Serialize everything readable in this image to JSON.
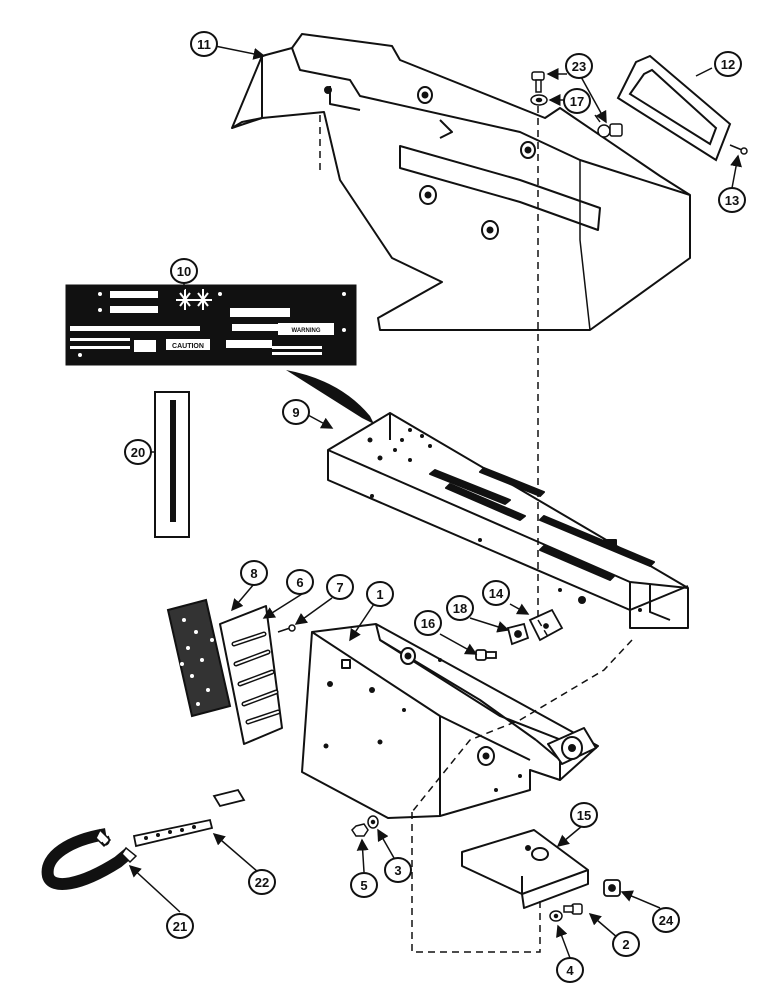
{
  "callouts": {
    "c1": "1",
    "c2": "2",
    "c3": "3",
    "c4": "4",
    "c5": "5",
    "c6": "6",
    "c7": "7",
    "c8": "8",
    "c9": "9",
    "c10": "10",
    "c11": "11",
    "c12": "12",
    "c13": "13",
    "c14": "14",
    "c15": "15",
    "c16": "16",
    "c17": "17",
    "c18": "18",
    "c20": "20",
    "c21": "21",
    "c22": "22",
    "c23": "23",
    "c24": "24"
  },
  "decal": {
    "warning": "WARNING",
    "caution": "CAUTION"
  },
  "colors": {
    "ink": "#111111",
    "paper": "#ffffff"
  }
}
